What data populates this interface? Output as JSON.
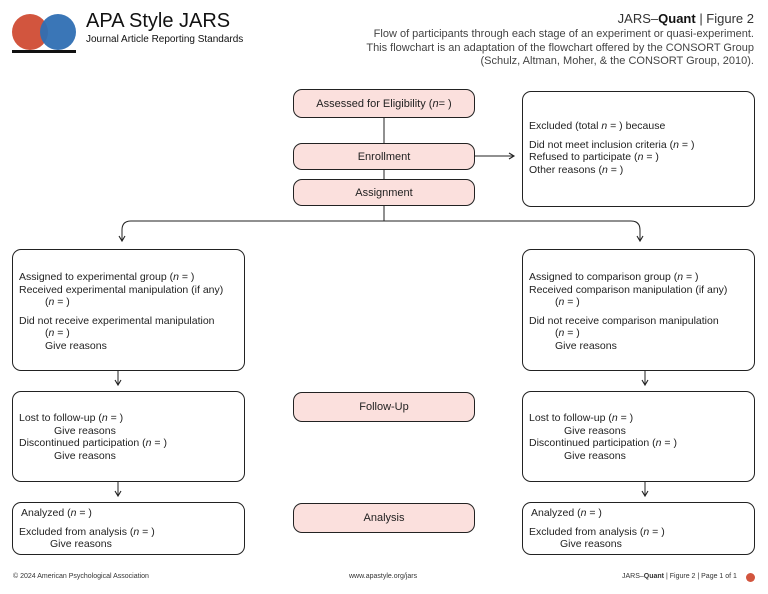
{
  "header": {
    "brand_title": "APA Style JARS",
    "brand_subtitle": "Journal Article Reporting Standards",
    "figure_prefix": "JARS–",
    "figure_bold": "Quant",
    "figure_suffix": " | Figure 2",
    "description": [
      "Flow of participants through each stage of an experiment or quasi-experiment.",
      "This flowchart is an adaptation of the flowchart offered by the CONSORT Group",
      "(Schulz, Altman, Moher, & the CONSORT Group, 2010)."
    ]
  },
  "stages": {
    "eligibility_pre": "Assessed for Eligibility (",
    "eligibility_n": "n",
    "eligibility_post": " =     )",
    "enrollment": "Enrollment",
    "assignment": "Assignment",
    "follow_up": "Follow-Up",
    "analysis": "Analysis"
  },
  "excluded": {
    "l1_pre": "Excluded (total ",
    "l1_post": " =     ) because",
    "l2_pre": "Did not meet inclusion criteria (",
    "l2_post": " =     )",
    "l3_pre": "Refused to participate (",
    "l3_post": " =     )",
    "l4_pre": "Other reasons (",
    "l4_post": " =     )",
    "n": "n"
  },
  "experimental": {
    "assigned_pre": "Assigned to experimental group (",
    "received": "Received experimental manipulation (if any)",
    "did_not": "Did not receive experimental manipulation",
    "give_reasons": "Give reasons"
  },
  "comparison": {
    "assigned_pre": "Assigned to comparison group (",
    "received": "Received comparison manipulation (if any)",
    "did_not": "Did not receive comparison manipulation",
    "give_reasons": "Give reasons"
  },
  "followup_box": {
    "lost_pre": "Lost to follow-up (",
    "discontinued_pre": "Discontinued participation (",
    "give_reasons": "Give reasons"
  },
  "analysis_box": {
    "analyzed_pre": "Analyzed (",
    "excluded_pre": "Excluded from analysis (",
    "give_reasons": "Give reasons"
  },
  "common": {
    "n": "n",
    "n_open": "(",
    "n_close": " =     )"
  },
  "footer": {
    "copyright": "© 2024 American Psychological Association",
    "url": "www.apastyle.org/jars",
    "page_prefix": "JARS–",
    "page_bold": "Quant",
    "page_suffix": "  |  Figure 2  |  Page 1 of 1"
  },
  "colors": {
    "stage_fill": "#fbe0dd",
    "logo_red": "#d2553e",
    "logo_blue": "#2f6fb3",
    "line": "#222222"
  }
}
